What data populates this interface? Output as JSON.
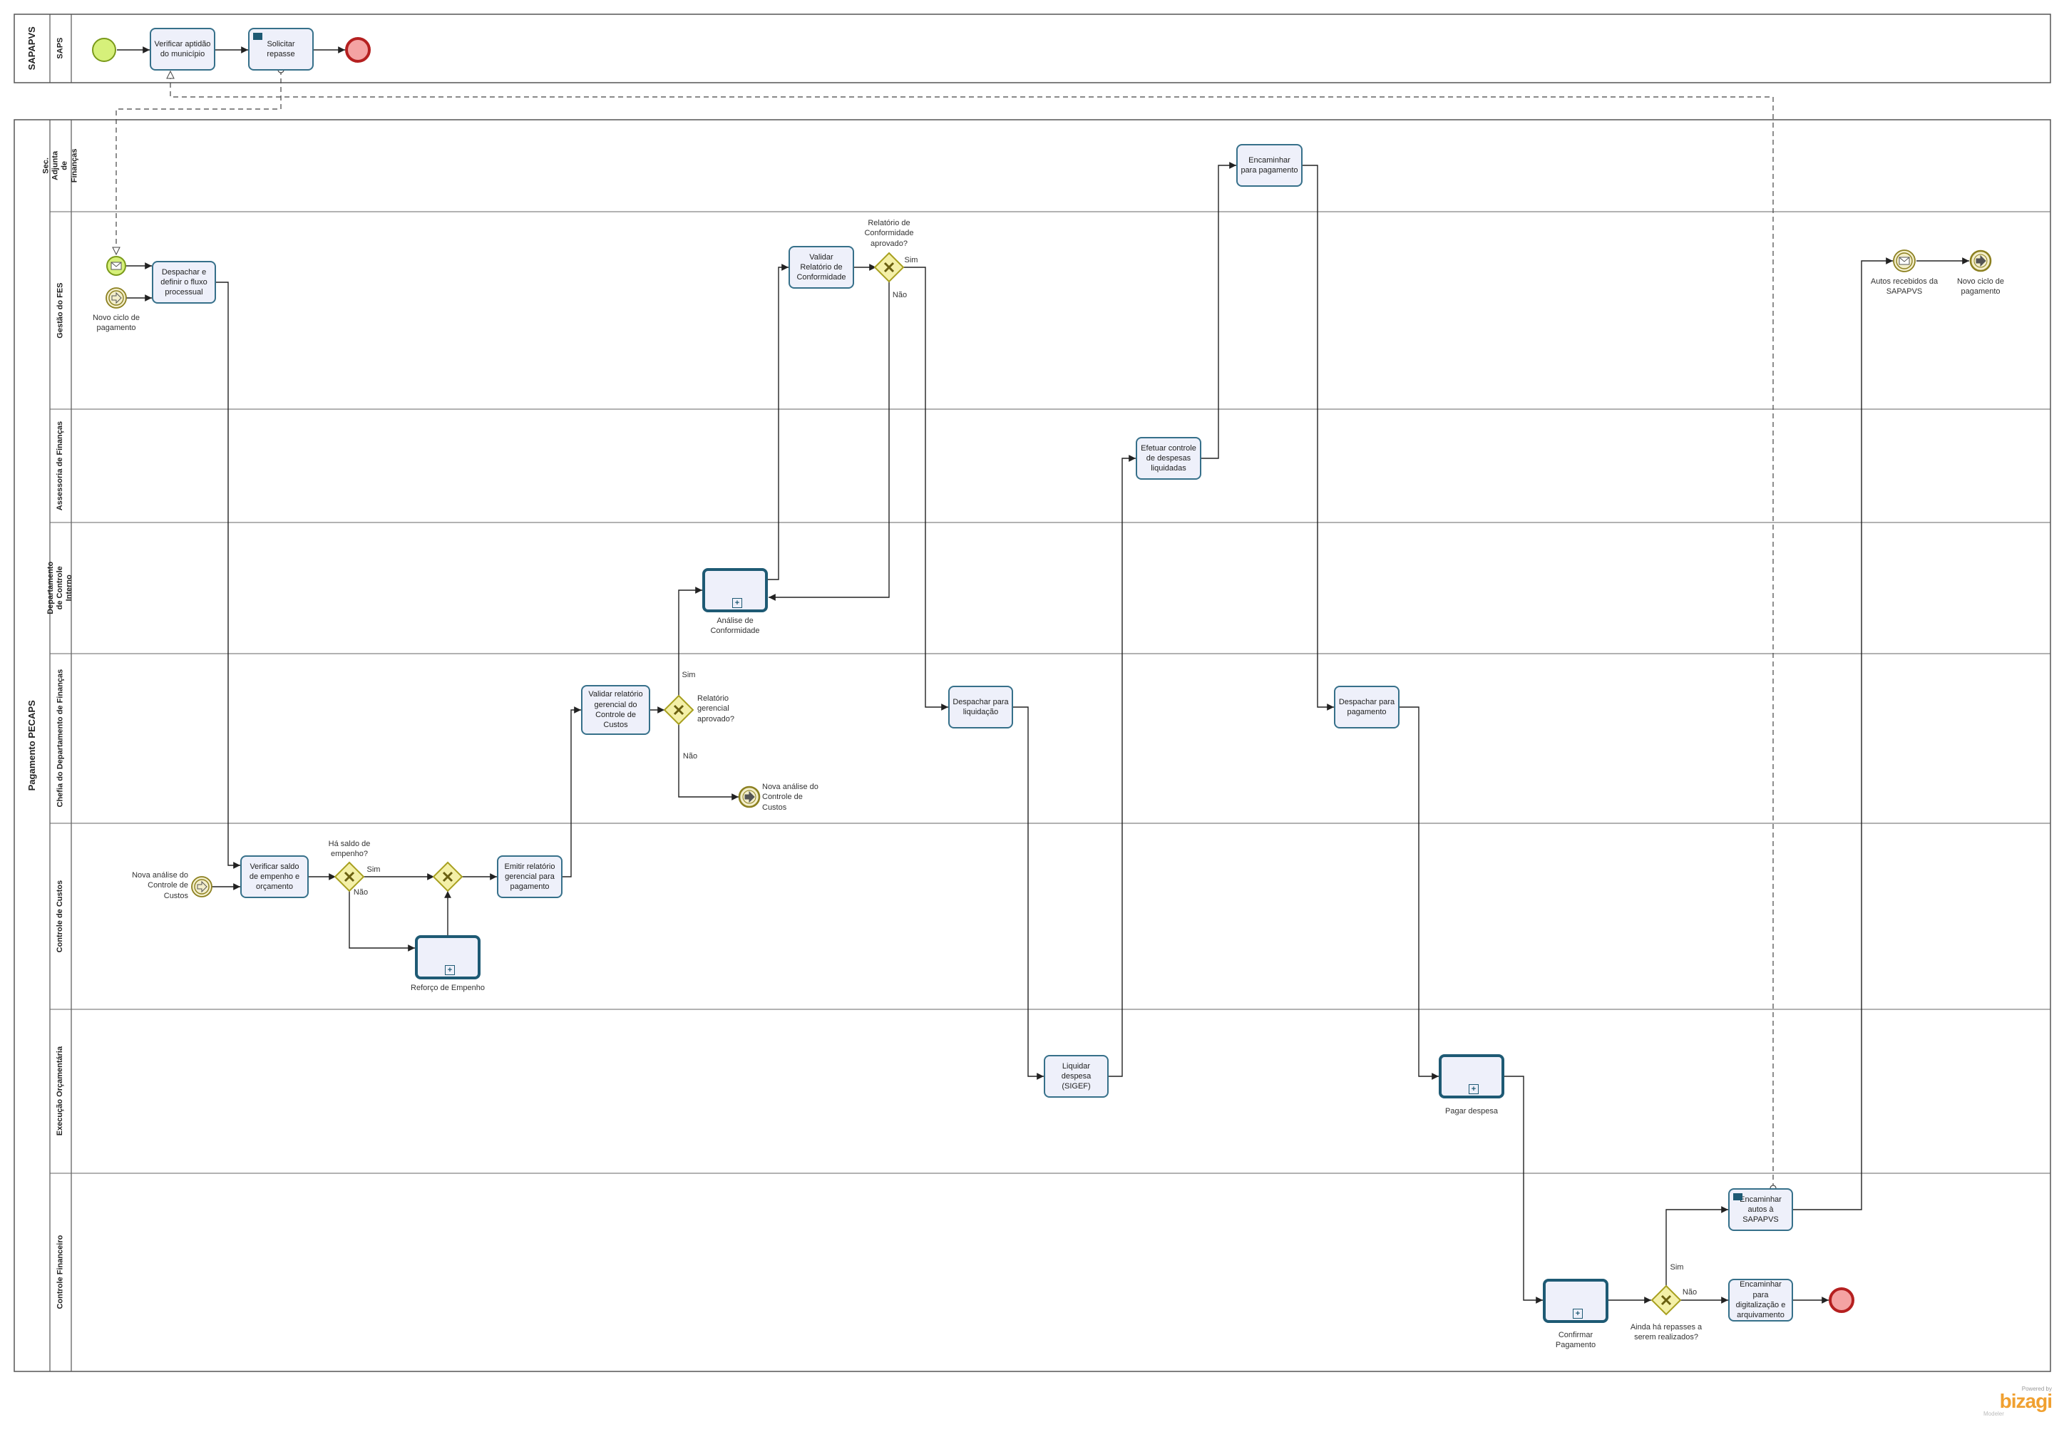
{
  "diagram": {
    "pools": [
      {
        "name": "SAPAPVS",
        "lanes": [
          "SAPS"
        ]
      },
      {
        "name": "Pagamento PECAPS",
        "lanes": [
          "Sec. Adjunta de Finanças",
          "Gestão do FES",
          "Assessoria de Finanças",
          "Departamento de Controle Interno",
          "Chefia do Departamento de Finanças",
          "Controle de Custos",
          "Execução Orçamentária",
          "Controle Financeiro"
        ]
      }
    ],
    "tasks": {
      "verificar_aptidao": "Verificar aptidão do município",
      "solicitar_repasse": "Solicitar repasse",
      "despachar_definir": "Despachar e definir o fluxo processual",
      "encaminhar_pagamento": "Encaminhar para pagamento",
      "validar_relatorio_conformidade": "Validar Relatório de Conformidade",
      "efetuar_controle": "Efetuar controle de despesas liquidadas",
      "despachar_liquidacao": "Despachar para liquidação",
      "despachar_pagamento": "Despachar para pagamento",
      "validar_relatorio_gerencial": "Validar relatório gerencial do Controle de Custos",
      "verificar_saldo": "Verificar saldo de empenho e orçamento",
      "emitir_relatorio": "Emitir relatório gerencial para pagamento",
      "liquidar_despesa": "Liquidar despesa (SIGEF)",
      "encaminhar_autos": "Encaminhar autos à SAPAPVS",
      "encaminhar_digitalizacao": "Encaminhar para digitalização e arquivamento"
    },
    "subprocesses": {
      "analise_conformidade": "Análise de Conformidade",
      "reforco_empenho": "Reforço de Empenho",
      "pagar_despesa": "Pagar despesa",
      "confirmar_pagamento": "Confirmar Pagamento"
    },
    "events": {
      "novo_ciclo_start": "Novo ciclo de pagamento",
      "nova_analise_start": "Nova análise do Controle de Custos",
      "nova_analise_end": "Nova análise do Controle de Custos",
      "autos_recebidos": "Autos recebidos da SAPAPVS",
      "novo_ciclo_end": "Novo ciclo de pagamento"
    },
    "gateways": {
      "relatorio_conformidade": "Relatório de Conformidade aprovado?",
      "relatorio_gerencial": "Relatório gerencial aprovado?",
      "saldo_empenho": "Há saldo de empenho?",
      "repasses": "Ainda há repasses a serem realizados?"
    },
    "flow_labels": {
      "sim": "Sim",
      "nao": "Não"
    }
  },
  "branding": {
    "powered_by": "Powered by",
    "name": "bizagi",
    "edition": "Modeler"
  },
  "colors": {
    "task_fill": "#eef0fa",
    "task_border": "#36708a",
    "start_fill": "#d6f07a",
    "start_border": "#7a9a1a",
    "end_fill": "#f4a3a3",
    "end_border": "#b52020",
    "intermediate_fill": "#f3eecb",
    "intermediate_border": "#8c8020",
    "gateway_fill": "#f4f0a8",
    "gateway_border": "#a8a020",
    "brand": "#f0a030"
  }
}
